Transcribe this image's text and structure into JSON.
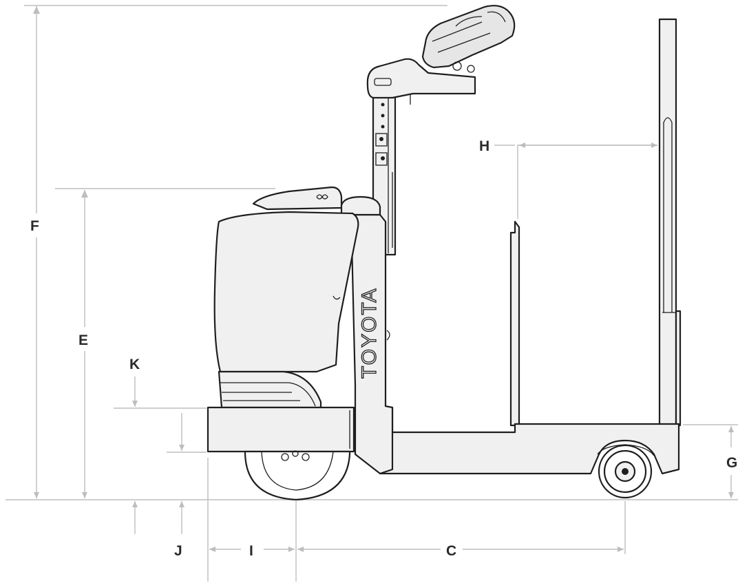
{
  "diagram": {
    "brand_text": "TOYOTA",
    "dimension_labels": {
      "F": "F",
      "E": "E",
      "K": "K",
      "H": "H",
      "G": "G",
      "J": "J",
      "I": "I",
      "C": "C"
    },
    "colors": {
      "line": "#1e1e1e",
      "body_fill": "#f0f0f0",
      "dimension_line": "#bdbdbd",
      "label": "#2a2a2a"
    }
  }
}
